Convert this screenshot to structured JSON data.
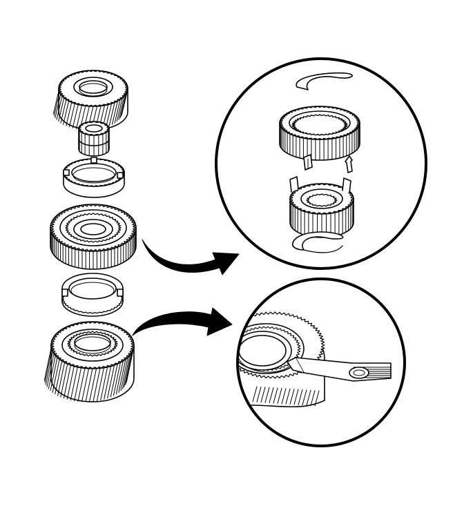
{
  "figure": {
    "style": "black-and-white technical line illustration",
    "colors": {
      "ink": "#000000",
      "paper": "#ffffff"
    },
    "exploded_stack": [
      "helical-gear-top",
      "small-splined-hub",
      "blocker-ring-upper",
      "synchronizer-sleeve-gear",
      "blocker-ring-lower",
      "helical-gear-bottom"
    ],
    "detail_views": [
      {
        "id": "synchronizer-assembly-detail",
        "parts": [
          "snap-ring-top",
          "synchronizer-sleeve",
          "key-inserts",
          "synchronizer-hub",
          "snap-ring-bottom"
        ]
      },
      {
        "id": "blocker-ring-clearance-detail",
        "parts": [
          "gear-teeth",
          "blocker-ring",
          "feeler-gauge"
        ]
      }
    ],
    "callout_arrows": 2
  }
}
